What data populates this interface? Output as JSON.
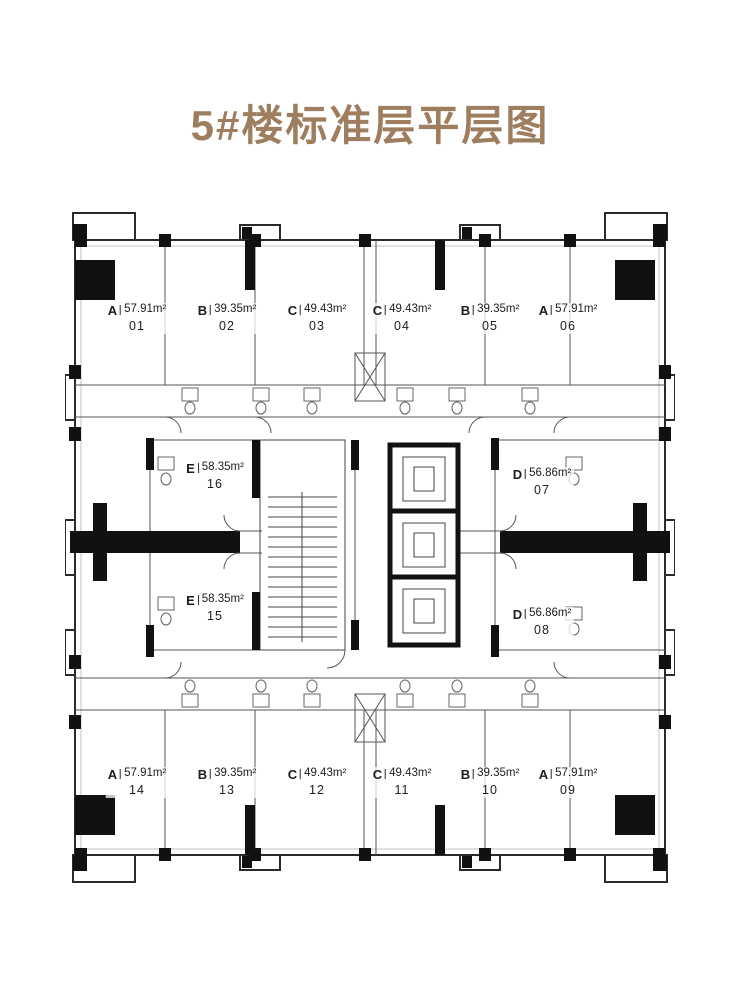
{
  "page": {
    "title": "5#楼标准层平层图"
  },
  "colors": {
    "title_accent": "#9e7e5e",
    "wall_black": "#111111",
    "line_gray": "#555555"
  },
  "units": [
    {
      "type": "A",
      "area": "57.91m²",
      "number": "01"
    },
    {
      "type": "B",
      "area": "39.35m²",
      "number": "02"
    },
    {
      "type": "C",
      "area": "49.43m²",
      "number": "03"
    },
    {
      "type": "C",
      "area": "49.43m²",
      "number": "04"
    },
    {
      "type": "B",
      "area": "39.35m²",
      "number": "05"
    },
    {
      "type": "A",
      "area": "57.91m²",
      "number": "06"
    },
    {
      "type": "D",
      "area": "56.86m²",
      "number": "07"
    },
    {
      "type": "D",
      "area": "56.86m²",
      "number": "08"
    },
    {
      "type": "A",
      "area": "57.91m²",
      "number": "09"
    },
    {
      "type": "B",
      "area": "39.35m²",
      "number": "10"
    },
    {
      "type": "C",
      "area": "49.43m²",
      "number": "11"
    },
    {
      "type": "C",
      "area": "49.43m²",
      "number": "12"
    },
    {
      "type": "B",
      "area": "39.35m²",
      "number": "13"
    },
    {
      "type": "A",
      "area": "57.91m²",
      "number": "14"
    },
    {
      "type": "E",
      "area": "58.35m²",
      "number": "15"
    },
    {
      "type": "E",
      "area": "58.35m²",
      "number": "16"
    }
  ]
}
